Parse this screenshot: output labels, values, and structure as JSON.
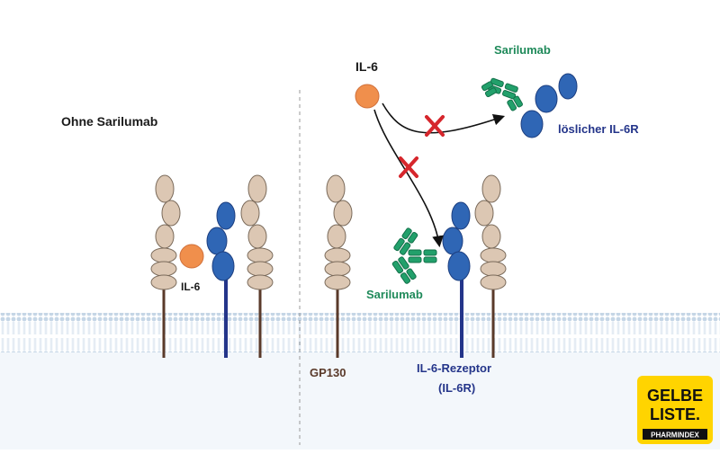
{
  "labels": {
    "ohne_sarilumab": "Ohne Sarilumab",
    "il6_left": "IL-6",
    "il6_right": "IL-6",
    "sarilumab_top": "Sarilumab",
    "sarilumab_bottom": "Sarilumab",
    "loeslicher_il6r": "löslicher IL-6R",
    "gp130": "GP130",
    "il6_rezeptor_line1": "IL-6-Rezeptor",
    "il6_rezeptor_line2": "(IL-6R)"
  },
  "brand": {
    "line1": "GELBE",
    "line2": "LISTE.",
    "line3": "PHARMINDEX"
  },
  "colors": {
    "membrane": "#b9cde0",
    "gp130_domain": "#dcc7b3",
    "gp130_stalk": "#5a3a2a",
    "il6r": "#2f66b5",
    "il6": "#f08f4c",
    "antibody": "#22a06b",
    "block_x": "#d6262c",
    "brand_yellow": "#ffd400"
  }
}
